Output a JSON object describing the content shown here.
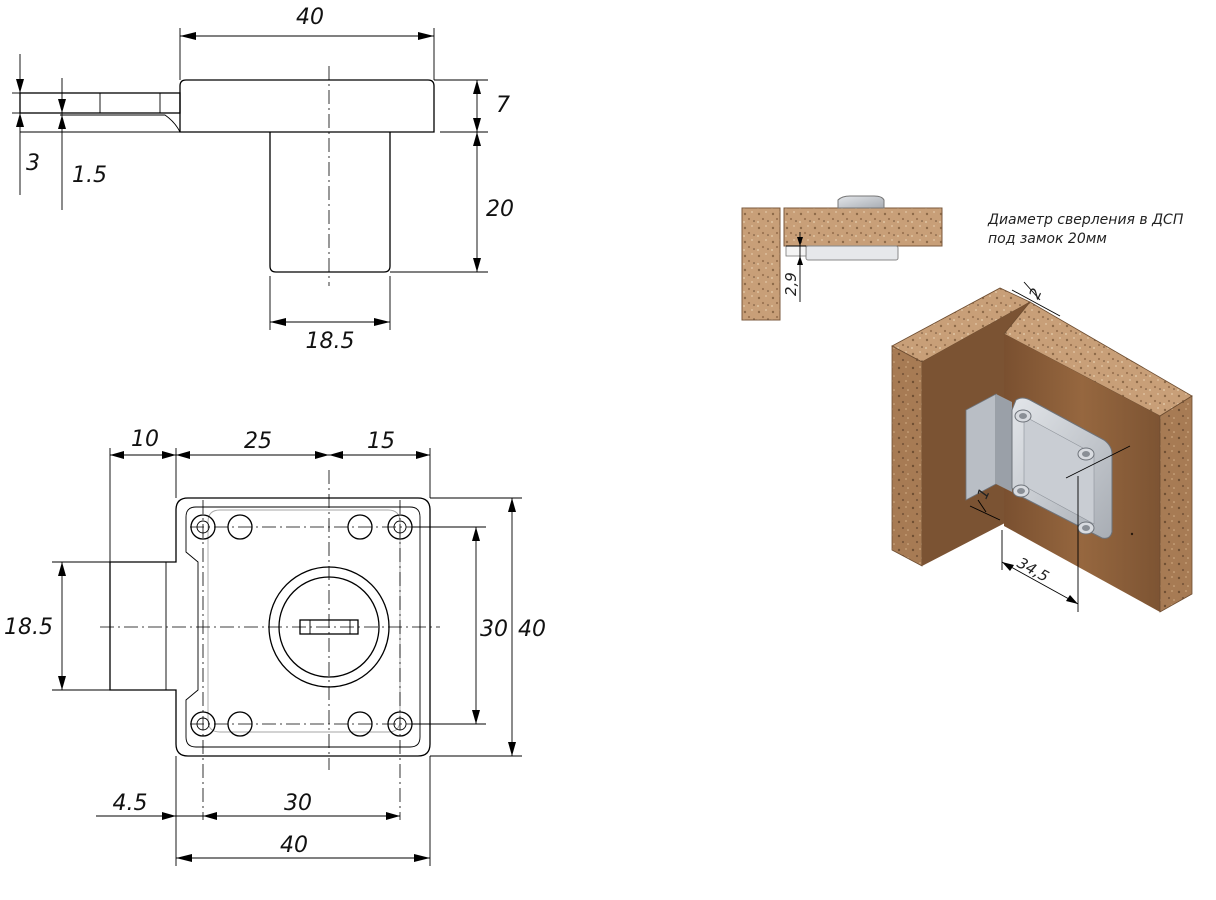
{
  "side_view": {
    "dims": {
      "width": "40",
      "height_top": "7",
      "height_body": "20",
      "body_width": "18.5",
      "thickness": "3",
      "offset": "1.5"
    }
  },
  "front_view": {
    "dims": {
      "left_tab": "10",
      "left_to_center": "25",
      "center_to_right": "15",
      "bolt_height": "18.5",
      "hole_spacing_v": "30",
      "overall_height": "40",
      "edge_offset": "4.5",
      "hole_spacing_h": "30",
      "overall_width": "40"
    }
  },
  "install_section": {
    "dim": "2,9",
    "note_line1": "Диаметр сверления в ДСП",
    "note_line2": "под замок 20мм"
  },
  "iso_view": {
    "gap": "2",
    "offset": "1",
    "length": "34,5"
  },
  "colors": {
    "chipboard": "#c9a07a",
    "chipboard_face": "#a57a52",
    "wood_panel": "#8a5e38",
    "metal": "#cfd3d8"
  }
}
